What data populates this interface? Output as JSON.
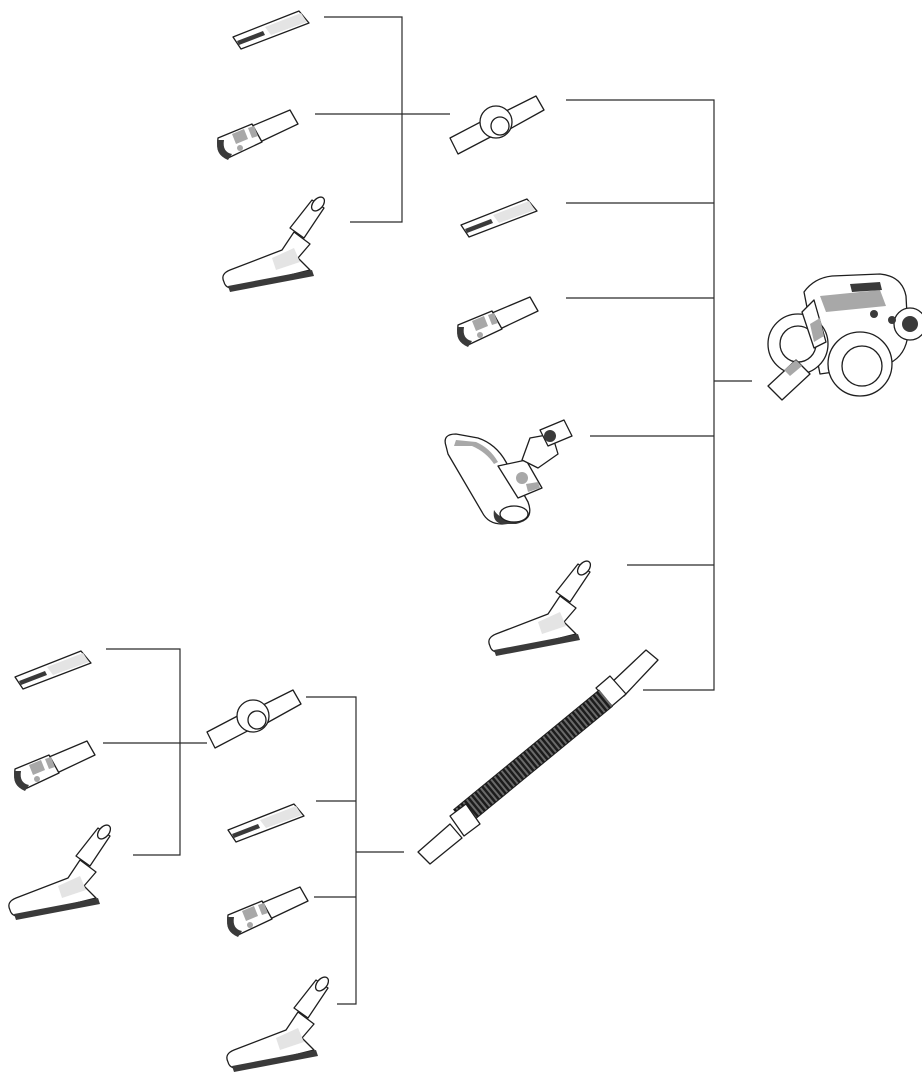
{
  "diagram": {
    "background": "#ffffff",
    "line_color": "#2b2b2b",
    "parts": [
      {
        "id": "crevice-tool",
        "icon": "crevice-tool-icon"
      },
      {
        "id": "upholstery-tool",
        "icon": "upholstery-tool-icon"
      },
      {
        "id": "dusting-brush",
        "icon": "dusting-brush-icon"
      },
      {
        "id": "tool-adapter",
        "icon": "tool-adapter-icon"
      },
      {
        "id": "floor-head",
        "icon": "motorized-floor-head-icon"
      },
      {
        "id": "extension-hose",
        "icon": "flexible-hose-icon"
      },
      {
        "id": "vacuum-body",
        "icon": "vacuum-body-icon"
      }
    ]
  }
}
